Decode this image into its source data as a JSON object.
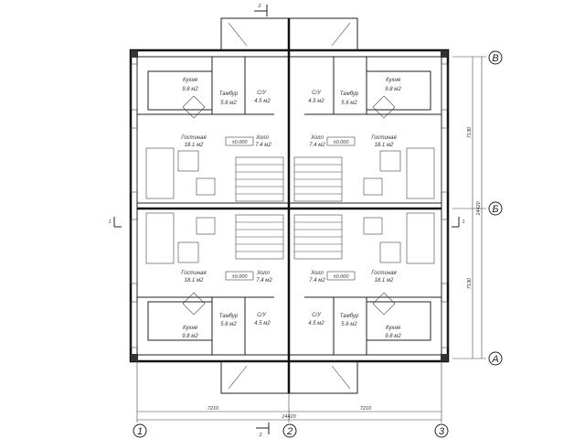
{
  "rooms": {
    "kitchen": {
      "name": "Кухня",
      "area": "9.8 м2"
    },
    "vestibule": {
      "name": "Тамбур",
      "area": "5.6 м2"
    },
    "bathroom": {
      "name": "С/У",
      "area": "4.5 м2"
    },
    "living": {
      "name": "Гостиная",
      "area": "18.1 м2"
    },
    "hall": {
      "name": "Холл",
      "area": "7.4 м2"
    }
  },
  "level_mark": "±0.000",
  "axes": {
    "horizontal": [
      "1",
      "2",
      "3"
    ],
    "vertical": [
      "В",
      "Б",
      "А"
    ]
  },
  "dimensions": {
    "bay": "7210",
    "bay_vertical": "7130",
    "total": "14420"
  },
  "section_marks": {
    "vertical_cut": "1",
    "horizontal_cut": "2"
  }
}
